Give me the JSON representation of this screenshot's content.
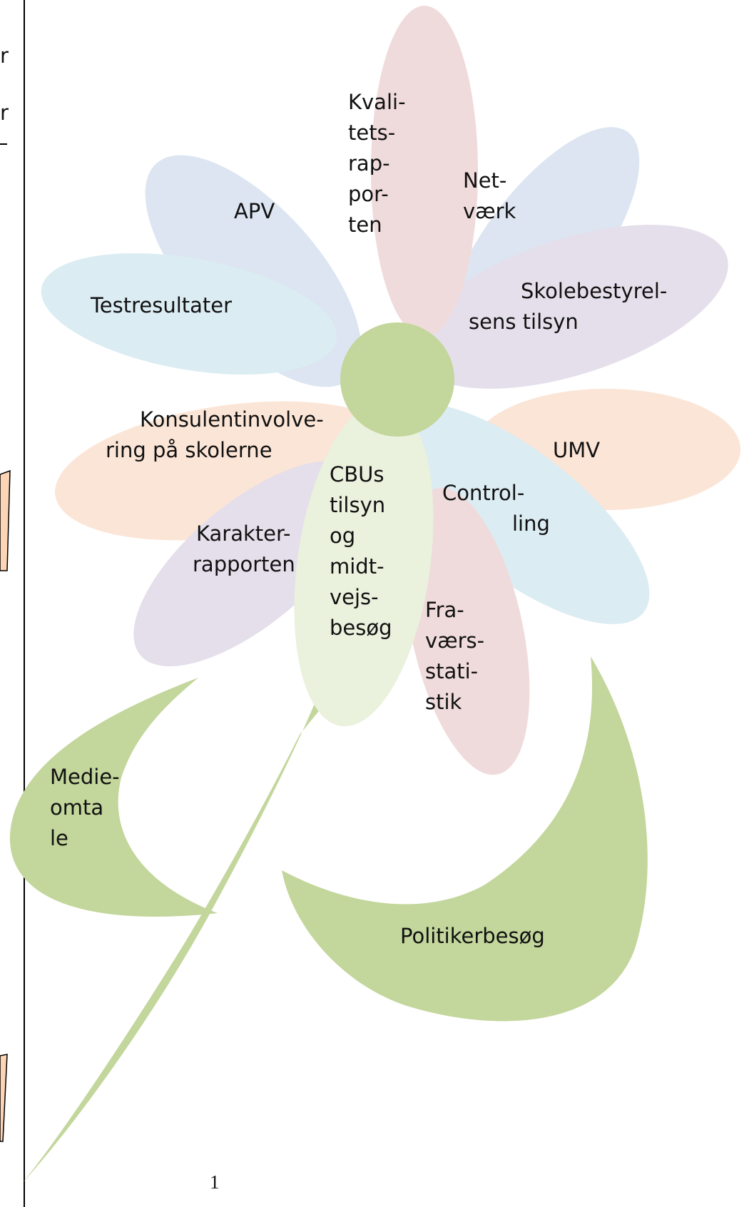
{
  "left_fragment": {
    "char_1": "r",
    "char_2": "r"
  },
  "petals": {
    "kvalitetsrapporten": [
      "Kvali-",
      "tets-",
      "rap-",
      "por-",
      "ten"
    ],
    "netvaerk": [
      "Net-",
      "værk"
    ],
    "apv": [
      "APV"
    ],
    "testresultater": [
      "Testresultater"
    ],
    "skolebestyrelsens_tilsyn": [
      "Skolebestyrel-",
      "sens tilsyn"
    ],
    "konsulentinvolvering": [
      "Konsulentinvolve-",
      "ring på skolerne"
    ],
    "umv": [
      "UMV"
    ],
    "cbus_tilsyn": [
      "CBUs",
      "tilsyn",
      "og",
      "midt-",
      "vejs-",
      "besøg"
    ],
    "controlling": [
      "Control-",
      "ling"
    ],
    "karakterrapporten": [
      "Karakter-",
      "rapporten"
    ],
    "fravaersstatistik": [
      "Fra-",
      "værs-",
      "stati-",
      "stik"
    ]
  },
  "leaves": {
    "medieomtale": [
      "Medie-",
      "omta",
      "le"
    ],
    "politikerbesoeg": [
      "Politikerbesøg"
    ]
  },
  "page_number": "1",
  "colors": {
    "blue_petal": "#dce5f1",
    "pink_petal": "#f0dbdc",
    "cyan_petal": "#dbecf3",
    "lavender_petal": "#e5dfeb",
    "peach_petal": "#fbe5d6",
    "light_green_petal": "#eaf1dd",
    "center": "#c3d69b",
    "stem_and_leaves": "#c3d69b",
    "side_shape": "#fbd5b5"
  }
}
